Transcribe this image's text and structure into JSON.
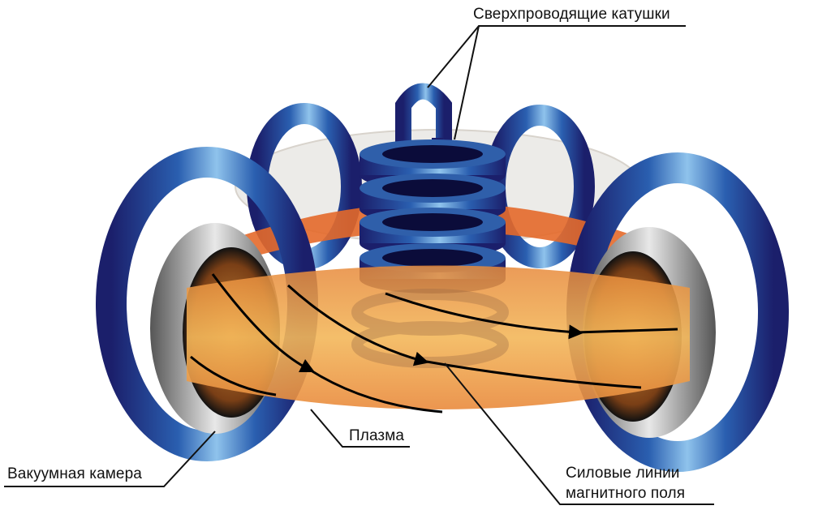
{
  "diagram": {
    "subject": "Tokamak schematic",
    "labels": {
      "coils": "Сверхпроводящие катушки",
      "vacuum_chamber": "Вакуумная камера",
      "plasma": "Плазма",
      "field_lines_line1": "Силовые линии",
      "field_lines_line2": "магнитного поля"
    },
    "colors": {
      "coil_dark": "#1b1f6b",
      "coil_mid": "#2a5fb0",
      "coil_light": "#8fc3ec",
      "chamber_gray": "#6e6e6e",
      "chamber_light": "#e6e6e6",
      "plasma_orange": "#f0a548",
      "plasma_deep": "#e36a28",
      "field_line": "#000000"
    }
  }
}
